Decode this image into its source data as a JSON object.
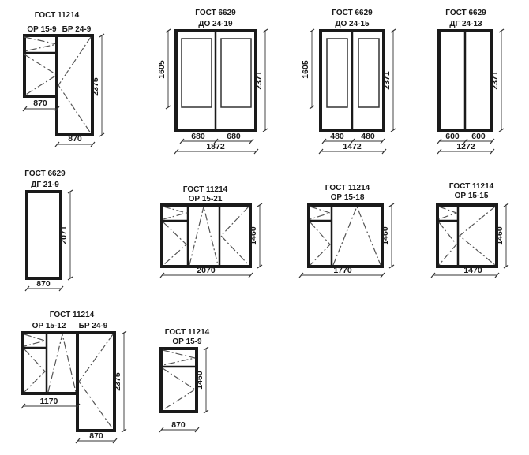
{
  "units": [
    {
      "id": "u1",
      "standard": "ГОСТ 11214",
      "marks": [
        "ОР 15-9",
        "БР 24-9"
      ],
      "dims": [
        "870",
        "870",
        "2375"
      ]
    },
    {
      "id": "u2",
      "standard": "ГОСТ 6629",
      "marks": [
        "ДО 24-19"
      ],
      "dims": [
        "1605",
        "2371",
        "680",
        "680",
        "1872"
      ]
    },
    {
      "id": "u3",
      "standard": "ГОСТ 6629",
      "marks": [
        "ДО 24-15"
      ],
      "dims": [
        "1605",
        "2371",
        "480",
        "480",
        "1472"
      ]
    },
    {
      "id": "u4",
      "standard": "ГОСТ 6629",
      "marks": [
        "ДГ 24-13"
      ],
      "dims": [
        "2371",
        "600",
        "600",
        "1272"
      ]
    },
    {
      "id": "u5",
      "standard": "ГОСТ 6629",
      "marks": [
        "ДГ 21-9"
      ],
      "dims": [
        "2071",
        "870"
      ]
    },
    {
      "id": "u6",
      "standard": "ГОСТ 11214",
      "marks": [
        "ОР 15-21"
      ],
      "dims": [
        "1460",
        "2070"
      ]
    },
    {
      "id": "u7",
      "standard": "ГОСТ 11214",
      "marks": [
        "ОР 15-18"
      ],
      "dims": [
        "1460",
        "1770"
      ]
    },
    {
      "id": "u8",
      "standard": "ГОСТ 11214",
      "marks": [
        "ОР 15-15"
      ],
      "dims": [
        "1460",
        "1470"
      ]
    },
    {
      "id": "u9",
      "standard": "ГОСТ 11214",
      "marks": [
        "ОР 15-12",
        "БР 24-9"
      ],
      "dims": [
        "1170",
        "870",
        "2375"
      ]
    },
    {
      "id": "u10",
      "standard": "ГОСТ 11214",
      "marks": [
        "ОР 15-9"
      ],
      "dims": [
        "1460",
        "870"
      ]
    }
  ]
}
